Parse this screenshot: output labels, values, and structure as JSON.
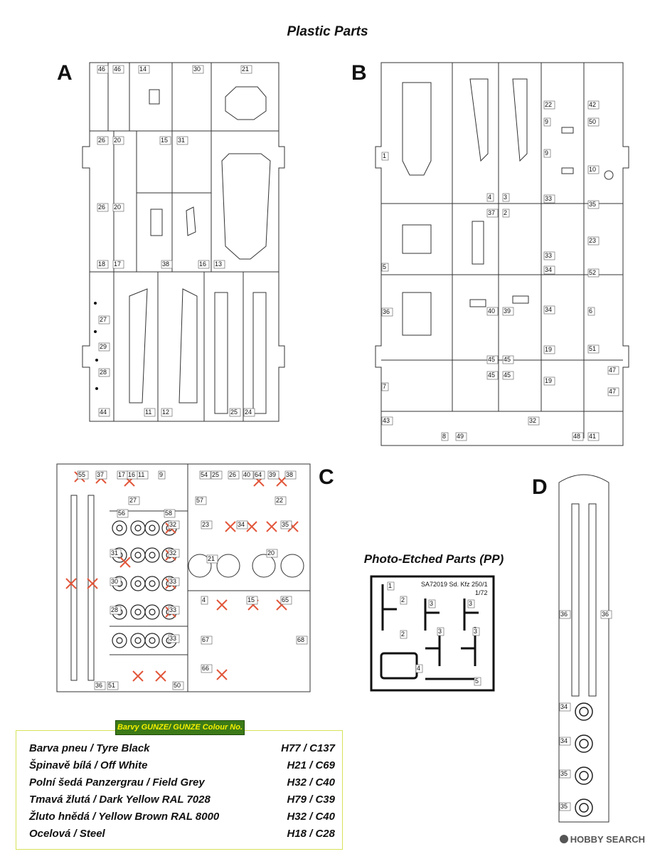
{
  "title": "Plastic Parts",
  "sprues": {
    "A": {
      "letter": "A",
      "labels": [
        "46",
        "46",
        "14",
        "30",
        "21",
        "26",
        "20",
        "15",
        "31",
        "26",
        "20",
        "18",
        "17",
        "38",
        "16",
        "13",
        "27",
        "29",
        "28",
        "44",
        "11",
        "12",
        "25",
        "24"
      ]
    },
    "B": {
      "letter": "B",
      "labels": [
        "22",
        "42",
        "9",
        "50",
        "1",
        "9",
        "10",
        "4",
        "3",
        "33",
        "35",
        "37",
        "2",
        "33",
        "23",
        "5",
        "34",
        "52",
        "36",
        "40",
        "39",
        "34",
        "6",
        "19",
        "51",
        "45",
        "45",
        "47",
        "45",
        "45",
        "19",
        "47",
        "7",
        "43",
        "8",
        "49",
        "32",
        "48",
        "41"
      ]
    },
    "C": {
      "letter": "C",
      "labels": [
        "55",
        "37",
        "17",
        "16",
        "11",
        "9",
        "54",
        "25",
        "26",
        "40",
        "64",
        "39",
        "38",
        "27",
        "56",
        "58",
        "57",
        "22",
        "32",
        "23",
        "34",
        "35",
        "31",
        "32",
        "21",
        "20",
        "30",
        "33",
        "28",
        "33",
        "33",
        "51",
        "50",
        "36",
        "4",
        "15",
        "65",
        "67",
        "68",
        "66"
      ]
    },
    "D": {
      "letter": "D",
      "labels": [
        "36",
        "36",
        "34",
        "34",
        "35",
        "35"
      ]
    }
  },
  "pe": {
    "title": "Photo-Etched Parts (PP)",
    "code": "SA72019 Sd. Kfz 250/1",
    "scale": "1/72",
    "labels": [
      "1",
      "2",
      "2",
      "3",
      "3",
      "3",
      "3",
      "4",
      "5"
    ]
  },
  "colours": {
    "header": "Barvy GUNZE/ GUNZE Colour No.",
    "rows": [
      {
        "name": "Barva pneu / Tyre Black",
        "code": "H77 / C137"
      },
      {
        "name": "Špinavě bílá / Off White",
        "code": "H21 / C69"
      },
      {
        "name": "Polní šedá Panzergrau / Field Grey",
        "code": "H32 / C40"
      },
      {
        "name": "Tmavá žlutá / Dark Yellow RAL 7028",
        "code": "H79 / C39"
      },
      {
        "name": "Žluto hnědá / Yellow Brown RAL 8000",
        "code": "H32 / C40"
      },
      {
        "name": "Ocelová / Steel",
        "code": "H18 / C28"
      }
    ]
  },
  "watermark": "HOBBY SEARCH",
  "colors": {
    "sprue_line": "#333333",
    "cross": "#e2563a",
    "header_bg": "#3c7a18",
    "header_text": "#f6f000",
    "box_border": "#d6e25a"
  }
}
